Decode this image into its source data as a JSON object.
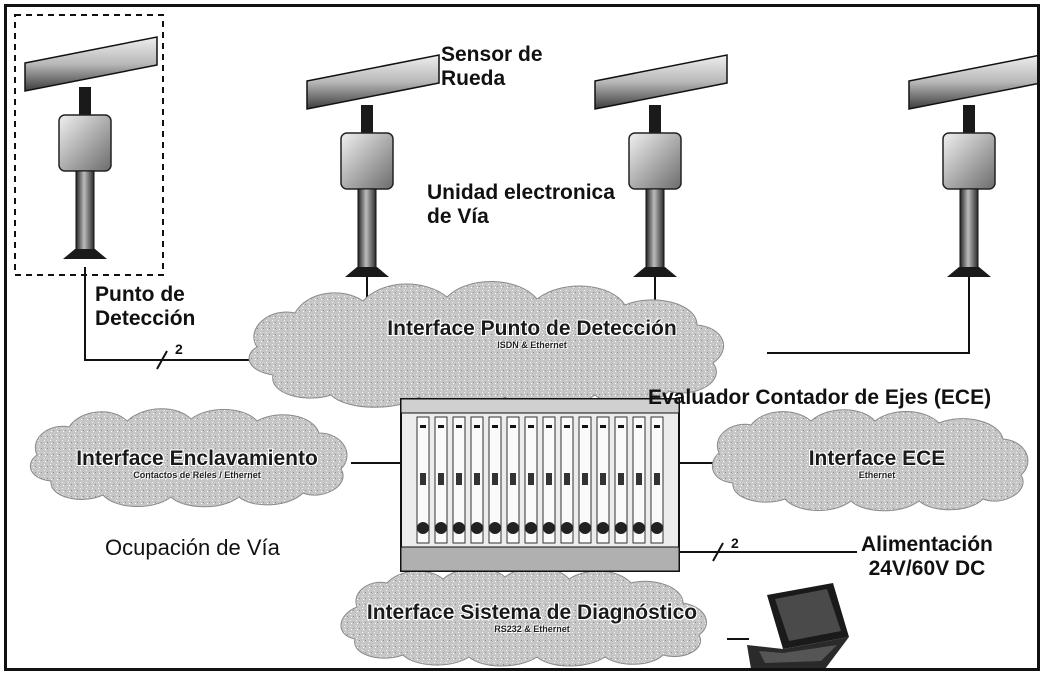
{
  "labels": {
    "sensor": "Sensor de\nRueda",
    "unit": "Unidad electronica\nde Vía",
    "detection_point": "Punto de\nDetección",
    "evaluator": "Evaluador Contador de Ejes (ECE)",
    "occupancy": "Ocupación de Vía",
    "power": "Alimentación\n24V/60V DC"
  },
  "clouds": {
    "detection": {
      "title": "Interface Punto de Detección",
      "subtitle": "ISDN & Ethernet"
    },
    "interlocking": {
      "title": "Interface Enclavamiento",
      "subtitle": "Contactos de Reles / Ethernet"
    },
    "ece": {
      "title": "Interface ECE",
      "subtitle": "Ethernet"
    },
    "diagnostic": {
      "title": "Interface Sistema de Diagnóstico",
      "subtitle": "RS232 & Ethernet"
    }
  },
  "wire_counts": {
    "detection_link": "2",
    "power_link": "2"
  },
  "colors": {
    "cloud_fill": "#c9c9c9",
    "cloud_edge": "#8a8a8a",
    "line": "#111111"
  }
}
